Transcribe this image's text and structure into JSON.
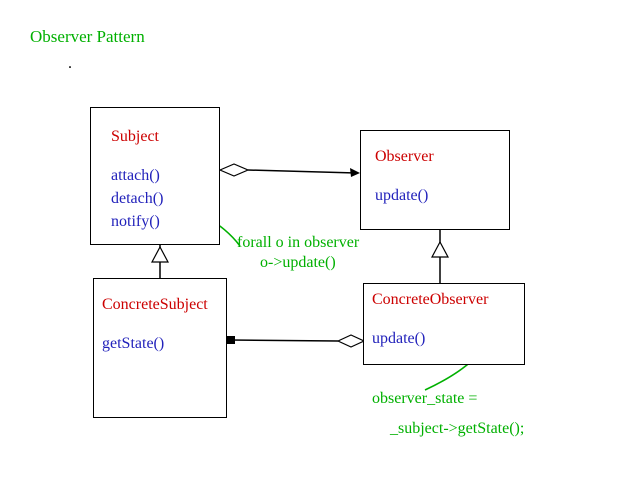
{
  "title": "Observer Pattern",
  "stray_mark": ".",
  "colors": {
    "title": "#00b000",
    "class_name": "#cc0000",
    "method": "#2222bb",
    "annotation": "#00b000",
    "line": "#000000"
  },
  "classes": {
    "subject": {
      "name": "Subject",
      "methods": [
        "attach()",
        "detach()",
        "notify()"
      ]
    },
    "observer": {
      "name": "Observer",
      "methods": [
        "update()"
      ]
    },
    "concrete_subject": {
      "name": "ConcreteSubject",
      "methods": [
        "getState()"
      ]
    },
    "concrete_observer": {
      "name": "ConcreteObserver",
      "methods": [
        "update()"
      ]
    }
  },
  "annotations": {
    "notify_note": {
      "line1": "forall o in observer",
      "line2": "o->update()"
    },
    "update_note": {
      "line1": "observer_state =",
      "line2": "_subject->getState();"
    }
  },
  "relationships": [
    {
      "type": "aggregation",
      "from": "Subject",
      "to": "Observer"
    },
    {
      "type": "inheritance",
      "from": "ConcreteSubject",
      "to": "Subject"
    },
    {
      "type": "inheritance",
      "from": "ConcreteObserver",
      "to": "Observer"
    },
    {
      "type": "aggregation",
      "from": "ConcreteObserver",
      "to": "ConcreteSubject"
    }
  ]
}
